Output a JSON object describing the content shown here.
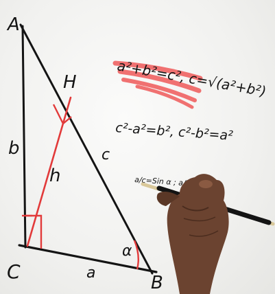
{
  "labels": {
    "vertex_a": "A",
    "vertex_h": "H",
    "vertex_c": "C",
    "vertex_b": "B",
    "side_b": "b",
    "side_c": "c",
    "side_a": "a",
    "height_h": "h",
    "angle": "α"
  },
  "formulas": {
    "line1": "a²+b²=c², c=√(a²+b²)",
    "line2": "c²-a²=b², c²-b²=a²",
    "line3": "a/c=Sin α ; a/b ="
  },
  "colors": {
    "ink": "#141414",
    "red_marker": "#e23a3a",
    "highlight": "#ef5a5a",
    "board": "#f4f4f2"
  },
  "objects": {
    "pen": "marker-pen",
    "hand": "writing-hand"
  }
}
